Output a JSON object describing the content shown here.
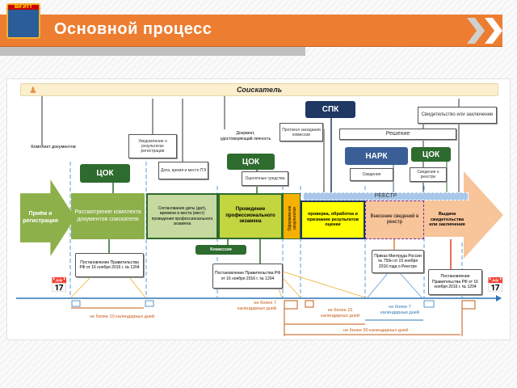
{
  "header": {
    "title": "Основной процесс",
    "logo_text": "ВИ ИТТ «Мосты»"
  },
  "actors": {
    "seeker": "Соискатель",
    "spk": "СПК",
    "nark": "НАРК",
    "cok": "ЦОК",
    "commission": "Комиссия"
  },
  "documents": {
    "docs_set": "Комплект документов",
    "registration_notice": "Уведомление о результатах регистрации",
    "exam_date_place": "Дата, время и место ПЭ",
    "identity_doc": "Документ, удостоверяющий личность",
    "assessment_tools": "Оценочные средства",
    "commission_protocol": "Протокол заседания комиссии",
    "decision": "Решение",
    "certificate_or_conclusion": "Свидетельство или заключение",
    "info": "Сведения",
    "registry_info": "Сведения о реестре"
  },
  "stages": {
    "reception": "Приём и регистрация",
    "review": "Рассмотрение комплекта документов соискателя",
    "scheduling": "Согласование даты (дат), времени и места (мест) проведения профессионального экзамена",
    "exam": "Проведение профессионального экзамена",
    "results": "Оформление результатов",
    "check": "проверка, обработка и признание результатов оценки",
    "registry_entry": "Внесение сведений в реестр",
    "issue": "Выдача свидетельства или заключения",
    "registry": "РЕЕСТР"
  },
  "regulations": [
    "Постановление Правительства РФ от 16 ноября 2016 г. № 1204",
    "Постановление Правительства РФ от 16 ноября 2016 г. № 1204",
    "Приказ Минтруда России № 759н от 15 ноября 2016 года о Реестре",
    "Постановление Правительства РФ от 16 ноября 2016 г. № 1204"
  ],
  "timeline": {
    "t1": "не более 10 календарных дней",
    "t2": "не более 7 календарных дней",
    "t3": "не более 15 календарных дней",
    "t4": "не более 7 календарных дней",
    "t5": "не более 30 календарных дней"
  },
  "colors": {
    "header": "#ed7d31",
    "spk": "#1f3864",
    "nark": "#3a5f96",
    "cok": "#2e6b2e"
  }
}
